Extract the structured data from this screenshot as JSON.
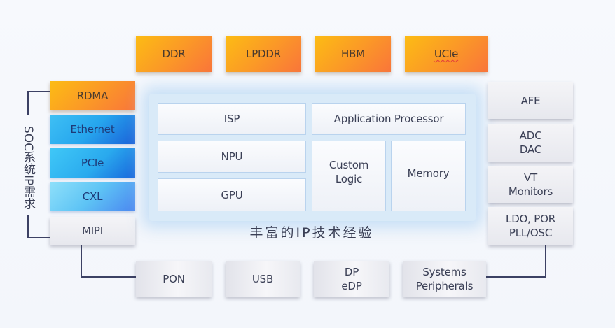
{
  "top_row": [
    "DDR",
    "LPDDR",
    "HBM",
    "UCIe"
  ],
  "left_column": {
    "group_label": "SOC系统IP需求",
    "items": [
      "RDMA",
      "Ethernet",
      "PCIe",
      "CXL",
      "MIPI"
    ]
  },
  "center_panel": {
    "cells": {
      "isp": "ISP",
      "application_processor": "Application Processor",
      "npu": "NPU",
      "gpu": "GPU",
      "custom_logic_line1": "Custom",
      "custom_logic_line2": "Logic",
      "memory": "Memory"
    },
    "caption": "丰富的IP技术经验"
  },
  "right_column": {
    "items": [
      {
        "line1": "AFE",
        "line2": ""
      },
      {
        "line1": "ADC",
        "line2": "DAC"
      },
      {
        "line1": "VT",
        "line2": "Monitors"
      },
      {
        "line1": "LDO, POR",
        "line2": "PLL/OSC"
      }
    ]
  },
  "bottom_row": [
    {
      "line1": "PON",
      "line2": ""
    },
    {
      "line1": "USB",
      "line2": ""
    },
    {
      "line1": "DP",
      "line2": "eDP"
    },
    {
      "line1": "Systems",
      "line2": "Peripherals"
    }
  ],
  "colors": {
    "orange_start": "#fcbc14",
    "orange_end": "#f9753a",
    "blue_dark": "#1a60d8",
    "blue_light": "#8fe0fa",
    "connector": "#3c4164",
    "panel_glow": "#d9eaf8"
  }
}
